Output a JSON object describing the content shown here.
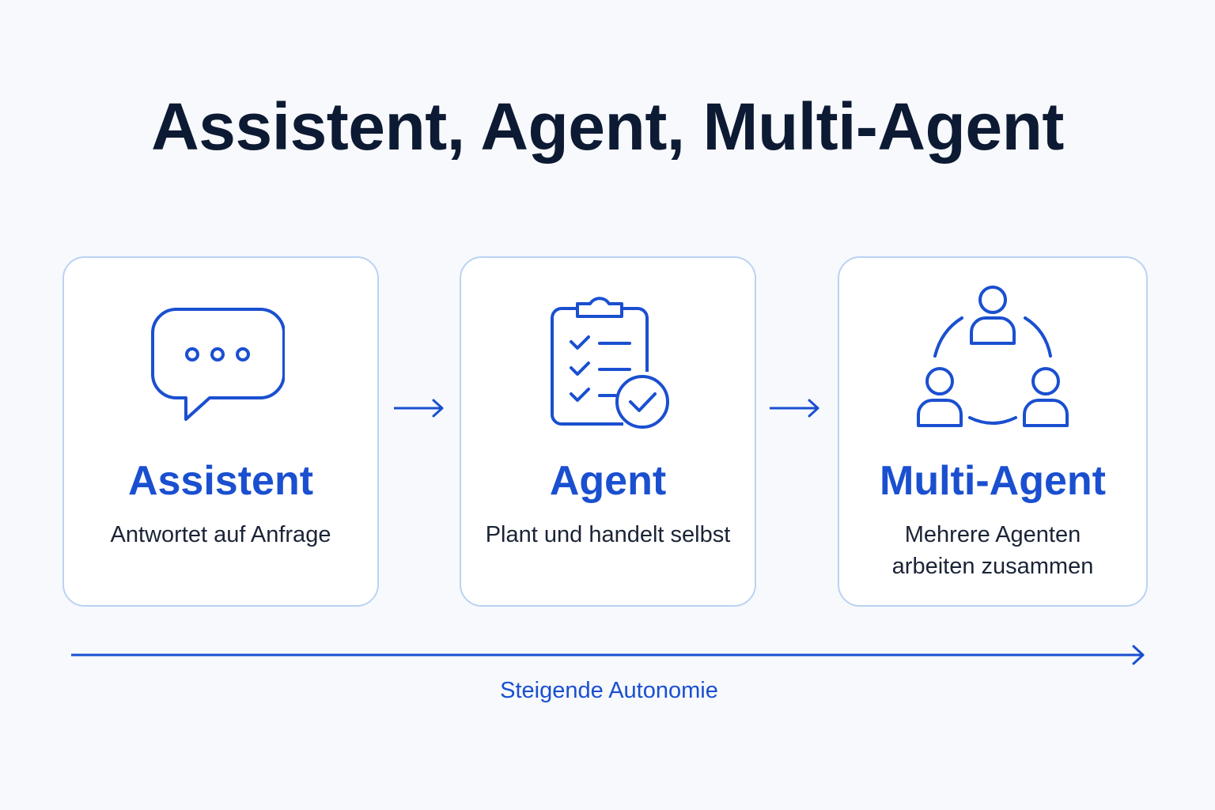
{
  "title": "Assistent, Agent, Multi-Agent",
  "stages": [
    {
      "name": "Assistent",
      "description": "Antwortet auf Anfrage",
      "icon": "chat-bubble-icon"
    },
    {
      "name": "Agent",
      "description": "Plant und handelt selbst",
      "icon": "clipboard-checklist-icon"
    },
    {
      "name": "Multi-Agent",
      "description_lines": [
        "Mehrere Agenten",
        "arbeiten zusammen"
      ],
      "icon": "people-network-icon"
    }
  ],
  "axis": {
    "label": "Steigende Autonomie"
  },
  "colors": {
    "accent": "#1a4fd0",
    "title": "#0d1a33",
    "card_border": "#bcd2f3",
    "background": "#f7f9fc"
  }
}
